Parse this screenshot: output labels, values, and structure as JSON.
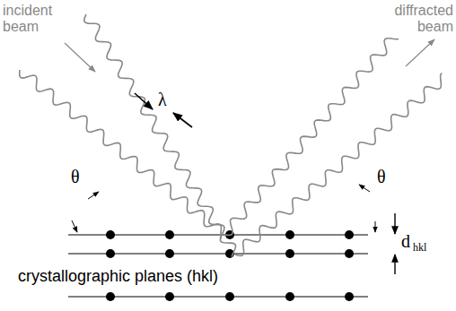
{
  "diagram": {
    "labels": [
      "incident beam",
      "λ",
      "diffracted beam",
      "θ",
      "θ",
      "d",
      "hkl",
      "crystallographic planes (hkl)"
    ]
  }
}
